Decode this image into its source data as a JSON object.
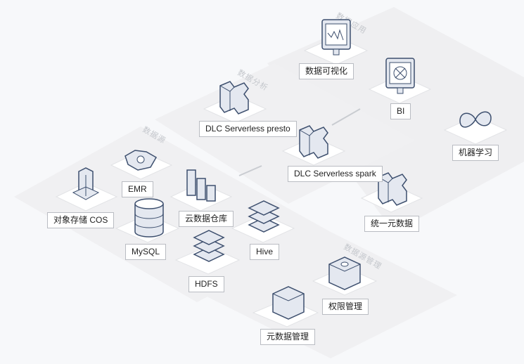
{
  "zones": {
    "apply": "数据应用",
    "analysis": "数据分析",
    "source": "数据源",
    "governance": "数据源管理"
  },
  "nodes": {
    "viz": "数据可视化",
    "bi": "BI",
    "ml": "机器学习",
    "presto": "DLC Serverless presto",
    "spark": "DLC Serverless spark",
    "meta": "统一元数据",
    "emr": "EMR",
    "cos": "对象存储 COS",
    "dw": "云数据仓库",
    "mysql": "MySQL",
    "hive": "Hive",
    "hdfs": "HDFS",
    "perm": "权限管理",
    "metamgmt": "元数据管理"
  },
  "colors": {
    "stroke": "#3d4f6e",
    "fill": "#e4e8f0",
    "plane": "#eeeff1"
  }
}
